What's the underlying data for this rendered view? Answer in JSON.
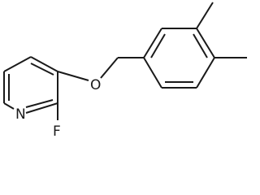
{
  "diagram": {
    "type": "chemical-structure",
    "atoms": [
      {
        "id": "N1",
        "label": "N"
      },
      {
        "id": "F1",
        "label": "F"
      },
      {
        "id": "O1",
        "label": "O"
      }
    ],
    "colors": {
      "bond": "#1a1a1a",
      "label": "#1a1a1a",
      "background": "#ffffff"
    }
  }
}
